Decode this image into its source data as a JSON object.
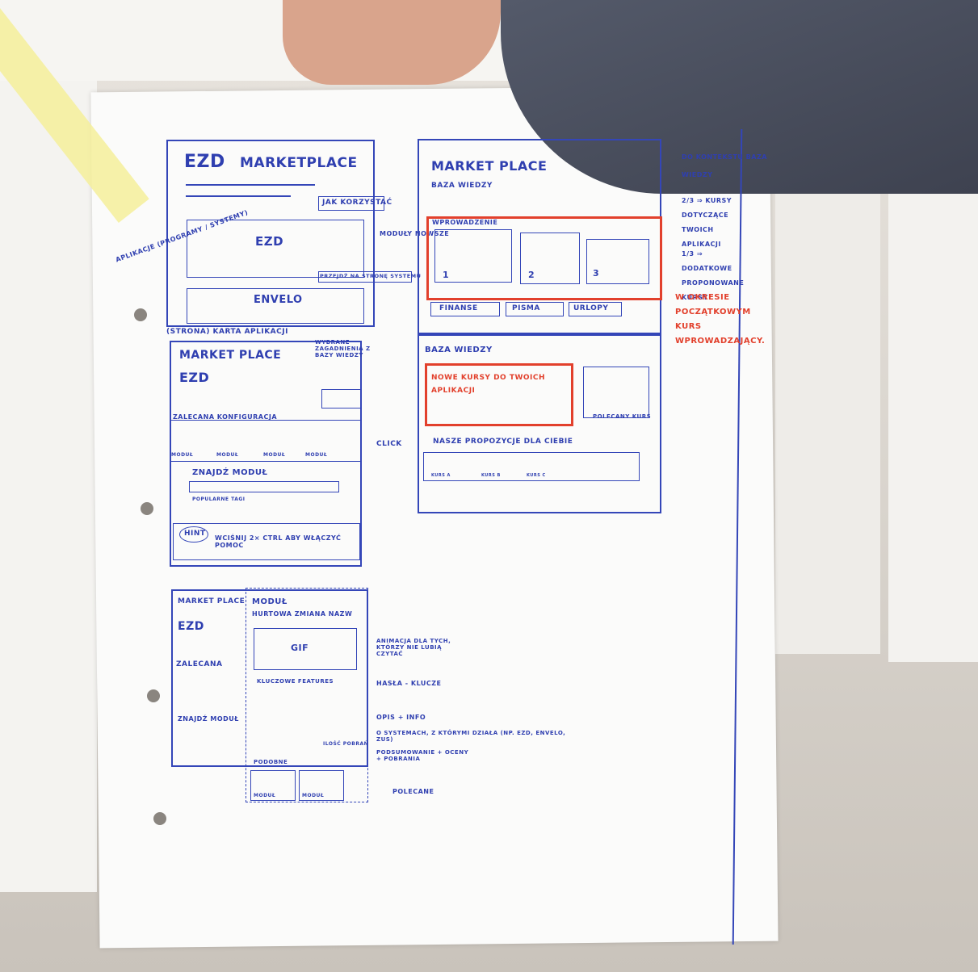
{
  "marketplace_main": {
    "logo": "EZD",
    "title": "MARKETPLACE",
    "how_to": "JAK KORZYSTAĆ",
    "app1": "EZD",
    "go_system": "PRZEJDŹ NA STRONĘ SYSTEMU",
    "app2": "ENVELO",
    "side_label": "MODUŁY NOWSZE",
    "left_note": "APLIKACJE (PROGRAMY / SYSTEMY)",
    "bottom_note": "(STRONA) KARTA APLIKACJI"
  },
  "app_card": {
    "title": "MARKET PLACE",
    "logo": "EZD",
    "side_note": "WYBRANE ZAGADNIENIA Z BAZY WIEDZY",
    "config": "ZALECANA KONFIGURACJA",
    "modules": [
      "MODUŁ",
      "MODUŁ",
      "MODUŁ",
      "MODUŁ"
    ],
    "find": "ZNAJDŹ MODUŁ",
    "tags": "POPULARNE TAGI",
    "hint": "HINT",
    "hint_text": "WCIŚNIJ 2× CTRL ABY WŁĄCZYĆ POMOC",
    "click": "CLICK"
  },
  "module_view": {
    "title": "MARKET PLACE",
    "module": "MODUŁ",
    "logo": "EZD",
    "recommended": "ZALECANA",
    "gif": "GIF",
    "header": "HURTOWA ZMIANA NAZW",
    "features": "KLUCZOWE FEATURES",
    "find": "ZNAJDŹ MODUŁ",
    "similar": "PODOBNE",
    "rating_label": "ILOŚĆ POBRAŃ",
    "mod1": "MODUŁ",
    "mod2": "MODUŁ",
    "ann1": "ANIMACJA DLA TYCH, KTÓRZY NIE LUBIĄ CZYTAĆ",
    "ann2": "HASŁA - KLUCZE",
    "ann3": "OPIS + INFO",
    "ann4": "O SYSTEMACH, Z KTÓRYMI DZIAŁA (NP. EZD, ENVELO, ZUS)",
    "ann5": "PODSUMOWANIE + OCENY + POBRANIA",
    "ann6": "POLECANE"
  },
  "knowledge": {
    "title": "MARKET PLACE",
    "subtitle": "BAZA WIEDZY",
    "intro": "WPROWADZENIE",
    "n1": "1",
    "n2": "2",
    "n3": "3",
    "tab1": "FINANSE",
    "tab2": "PISMA",
    "tab3": "URLOPY",
    "section": "BAZA WIEDZY",
    "new_courses": "NOWE KURSY DO TWOICH APLIKACJI",
    "rec_course": "POLECANY KURS",
    "proposals": "NASZE PROPOZYCJE DLA CIEBIE",
    "course_a": "KURS A",
    "course_b": "KURS B",
    "course_c": "KURS C"
  },
  "right_notes": {
    "n1": "DO KONTEKSTU BAZA WIEDZY",
    "n2": "2/3 ⇒ KURSY DOTYCZĄCE TWOICH APLIKACJI",
    "n3": "1/3 ⇒ DODATKOWE PROPONOWANE KURSY",
    "n4": "W OKRESIE POCZĄTKOWYM KURS WPROWADZAJĄCY."
  }
}
